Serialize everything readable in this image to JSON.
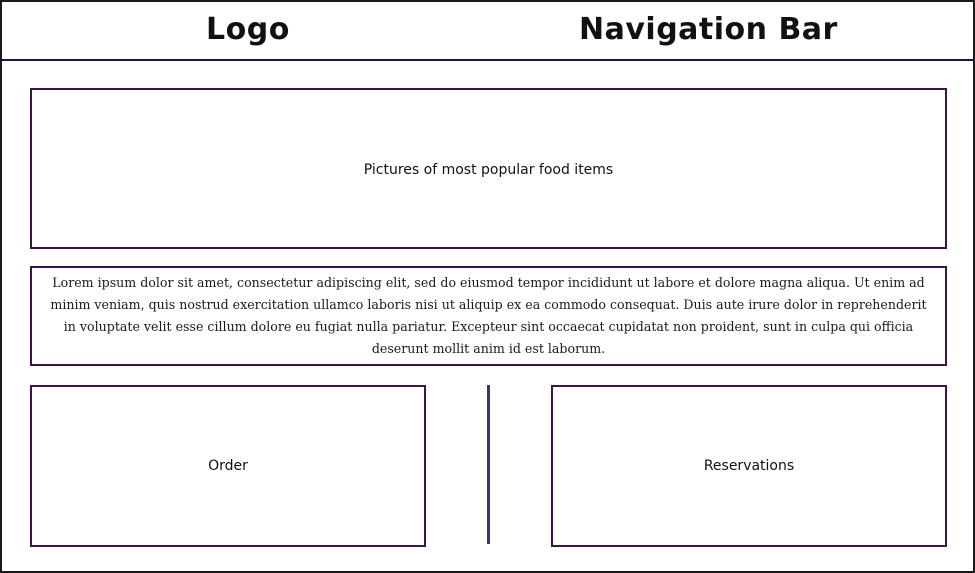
{
  "header": {
    "logo": "Logo",
    "navigation": "Navigation Bar"
  },
  "hero": {
    "label": "Pictures of most popular food items"
  },
  "description": {
    "text": "Lorem ipsum dolor sit amet, consectetur adipiscing elit, sed do eiusmod tempor incididunt ut labore et dolore magna aliqua. Ut enim ad minim veniam, quis nostrud exercitation ullamco laboris nisi ut aliquip ex ea commodo consequat. Duis aute irure dolor in reprehenderit in voluptate velit esse cillum dolore eu fugiat nulla pariatur. Excepteur sint occaecat cupidatat non proident, sunt in culpa qui officia deserunt mollit anim id est laborum."
  },
  "actions": {
    "order": "Order",
    "reservations": "Reservations"
  },
  "colors": {
    "box_border": "#3a1446",
    "divider": "#2d3a7a"
  }
}
